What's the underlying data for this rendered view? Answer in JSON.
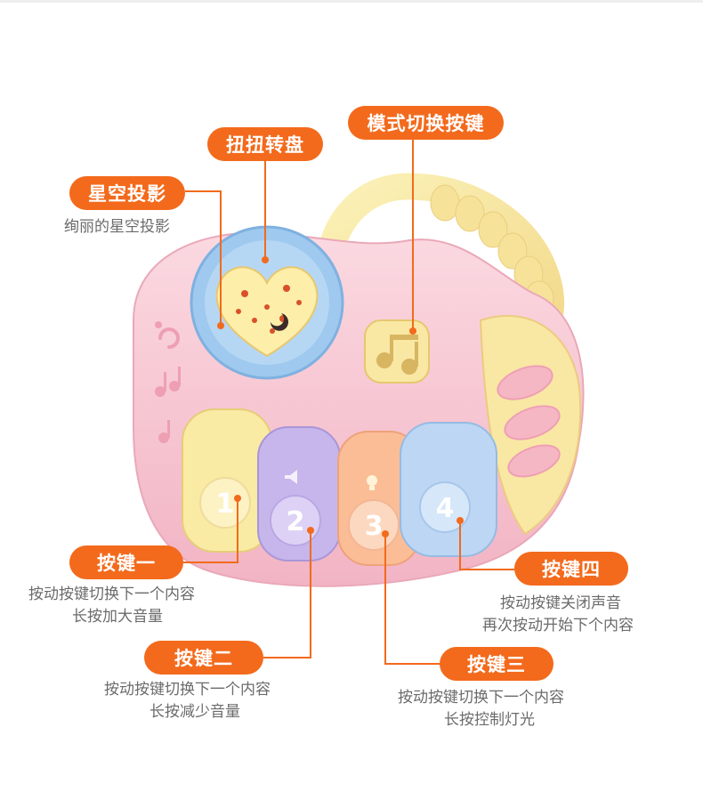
{
  "labels": {
    "projection": {
      "title": "星空投影",
      "desc": "绚丽的星空投影"
    },
    "dial": {
      "title": "扭扭转盘"
    },
    "mode": {
      "title": "模式切换按键"
    },
    "key1": {
      "title": "按键一",
      "desc1": "按动按键切换下一个内容",
      "desc2": "长按加大音量"
    },
    "key2": {
      "title": "按键二",
      "desc1": "按动按键切换下一个内容",
      "desc2": "长按减少音量"
    },
    "key3": {
      "title": "按键三",
      "desc1": "按动按键切换下一个内容",
      "desc2": "长按控制灯光"
    },
    "key4": {
      "title": "按键四",
      "desc1": "按动按键关闭声音",
      "desc2": "再次按动开始下个内容"
    }
  },
  "toy": {
    "key_numbers": [
      "1",
      "2",
      "3",
      "4"
    ],
    "icons": [
      "heart-projector-icon",
      "swirl-icon",
      "music-notes-icon",
      "mode-button-icon",
      "speaker-icon",
      "bulb-icon"
    ]
  },
  "colors": {
    "accent": "#f36a1c",
    "body_pink": "#f8c9d4",
    "handle_yellow": "#f7e79a",
    "key1": "#f9eaa4",
    "key2": "#c7b6ec",
    "key3": "#fbbd96",
    "key4": "#bcd6f3",
    "dial_blue": "#9fc9ee",
    "dial_heart": "#fdeea9"
  }
}
